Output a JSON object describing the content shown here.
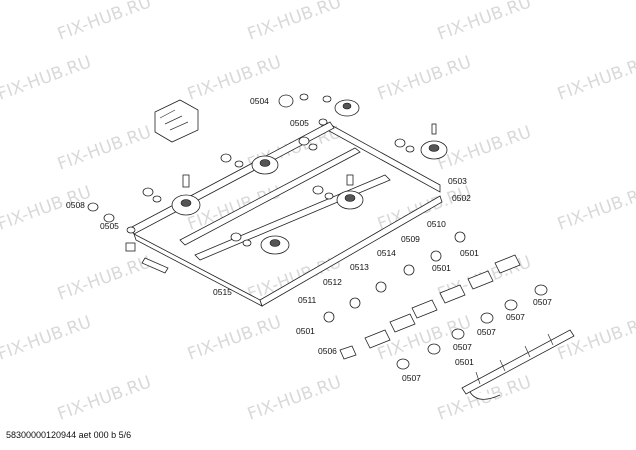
{
  "watermark": "FIX-HUB.RU",
  "footer": "5830000012094­4 aet 000 b 5/6",
  "labels": [
    "0504",
    "0505",
    "0503",
    "0502",
    "0508",
    "0505",
    "0510",
    "0509",
    "0501",
    "0514",
    "0513",
    "0512",
    "0511",
    "0515",
    "0501",
    "0501",
    "0507",
    "0507",
    "0507",
    "0501",
    "0507",
    "0506",
    "0507"
  ]
}
